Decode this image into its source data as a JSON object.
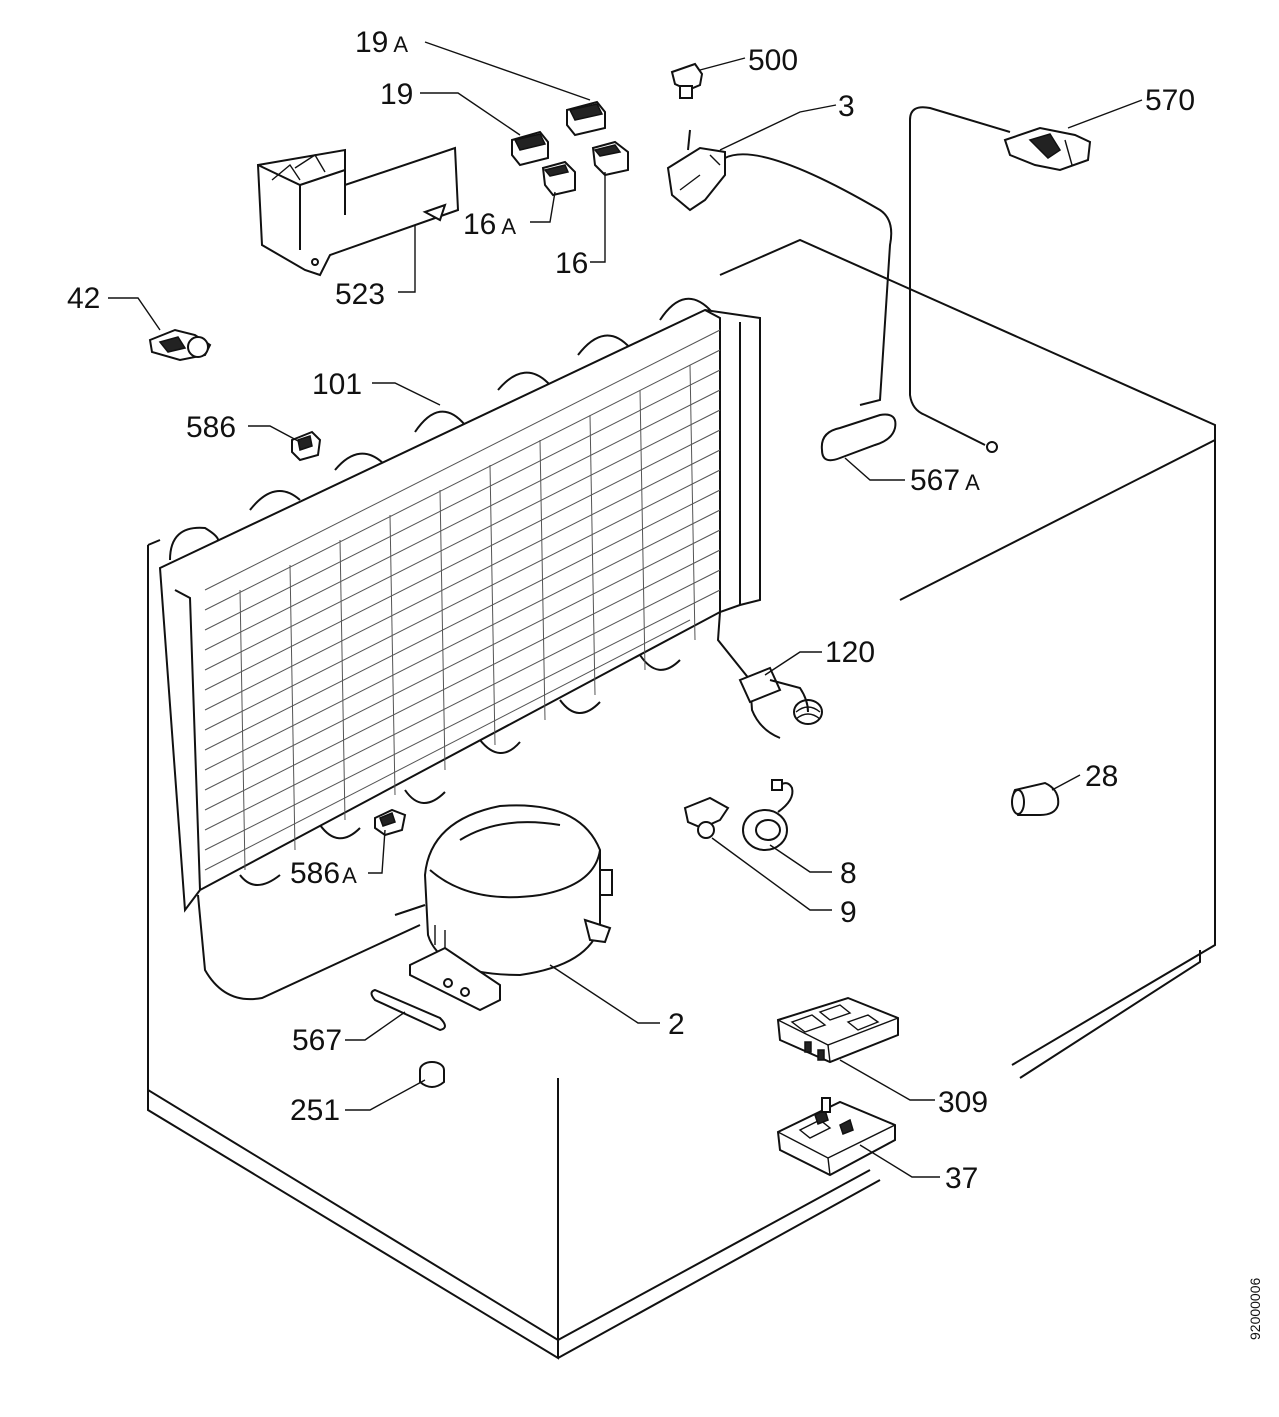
{
  "figure_code": "92000006",
  "labels": {
    "p19a": {
      "num": "19",
      "suffix": "A"
    },
    "p19": {
      "num": "19",
      "suffix": ""
    },
    "p500": {
      "num": "500",
      "suffix": ""
    },
    "p3": {
      "num": "3",
      "suffix": ""
    },
    "p570": {
      "num": "570",
      "suffix": ""
    },
    "p16a": {
      "num": "16",
      "suffix": "A"
    },
    "p16": {
      "num": "16",
      "suffix": ""
    },
    "p523": {
      "num": "523",
      "suffix": ""
    },
    "p42": {
      "num": "42",
      "suffix": ""
    },
    "p101": {
      "num": "101",
      "suffix": ""
    },
    "p586": {
      "num": "586",
      "suffix": ""
    },
    "p567a": {
      "num": "567",
      "suffix": "A"
    },
    "p120": {
      "num": "120",
      "suffix": ""
    },
    "p28": {
      "num": "28",
      "suffix": ""
    },
    "p586a": {
      "num": "586",
      "suffix": "A"
    },
    "p8": {
      "num": "8",
      "suffix": ""
    },
    "p9": {
      "num": "9",
      "suffix": ""
    },
    "p2": {
      "num": "2",
      "suffix": ""
    },
    "p567": {
      "num": "567",
      "suffix": ""
    },
    "p309": {
      "num": "309",
      "suffix": ""
    },
    "p251": {
      "num": "251",
      "suffix": ""
    },
    "p37": {
      "num": "37",
      "suffix": ""
    }
  }
}
